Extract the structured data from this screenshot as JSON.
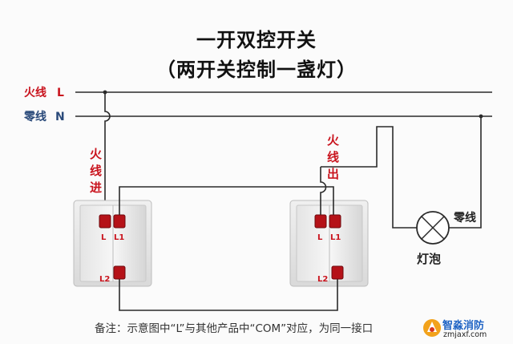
{
  "title": {
    "line1": "一开双控开关",
    "line2": "（两开关控制一盏灯）"
  },
  "lines": {
    "live": {
      "name": "火线",
      "letter": "L"
    },
    "neutral": {
      "name": "零线",
      "letter": "N"
    }
  },
  "switch_left": {
    "wire_label": [
      "火",
      "线",
      "进"
    ],
    "terminals": {
      "l": "L",
      "l1": "L1",
      "l2": "L2"
    }
  },
  "switch_right": {
    "wire_label": [
      "火",
      "线",
      "出"
    ],
    "terminals": {
      "l": "L",
      "l1": "L1",
      "l2": "L2"
    }
  },
  "lamp": {
    "label": "灯泡",
    "neutral_label": "零线"
  },
  "note": "备注：示意图中“L”与其他产品中“COM”对应，为同一接口",
  "watermark": {
    "name": "智淼消防",
    "url": "zmjaxf.com"
  },
  "colors": {
    "label_red": "#c9141e",
    "wire": "#2a2a2a",
    "terminal_red": "#b51218"
  }
}
